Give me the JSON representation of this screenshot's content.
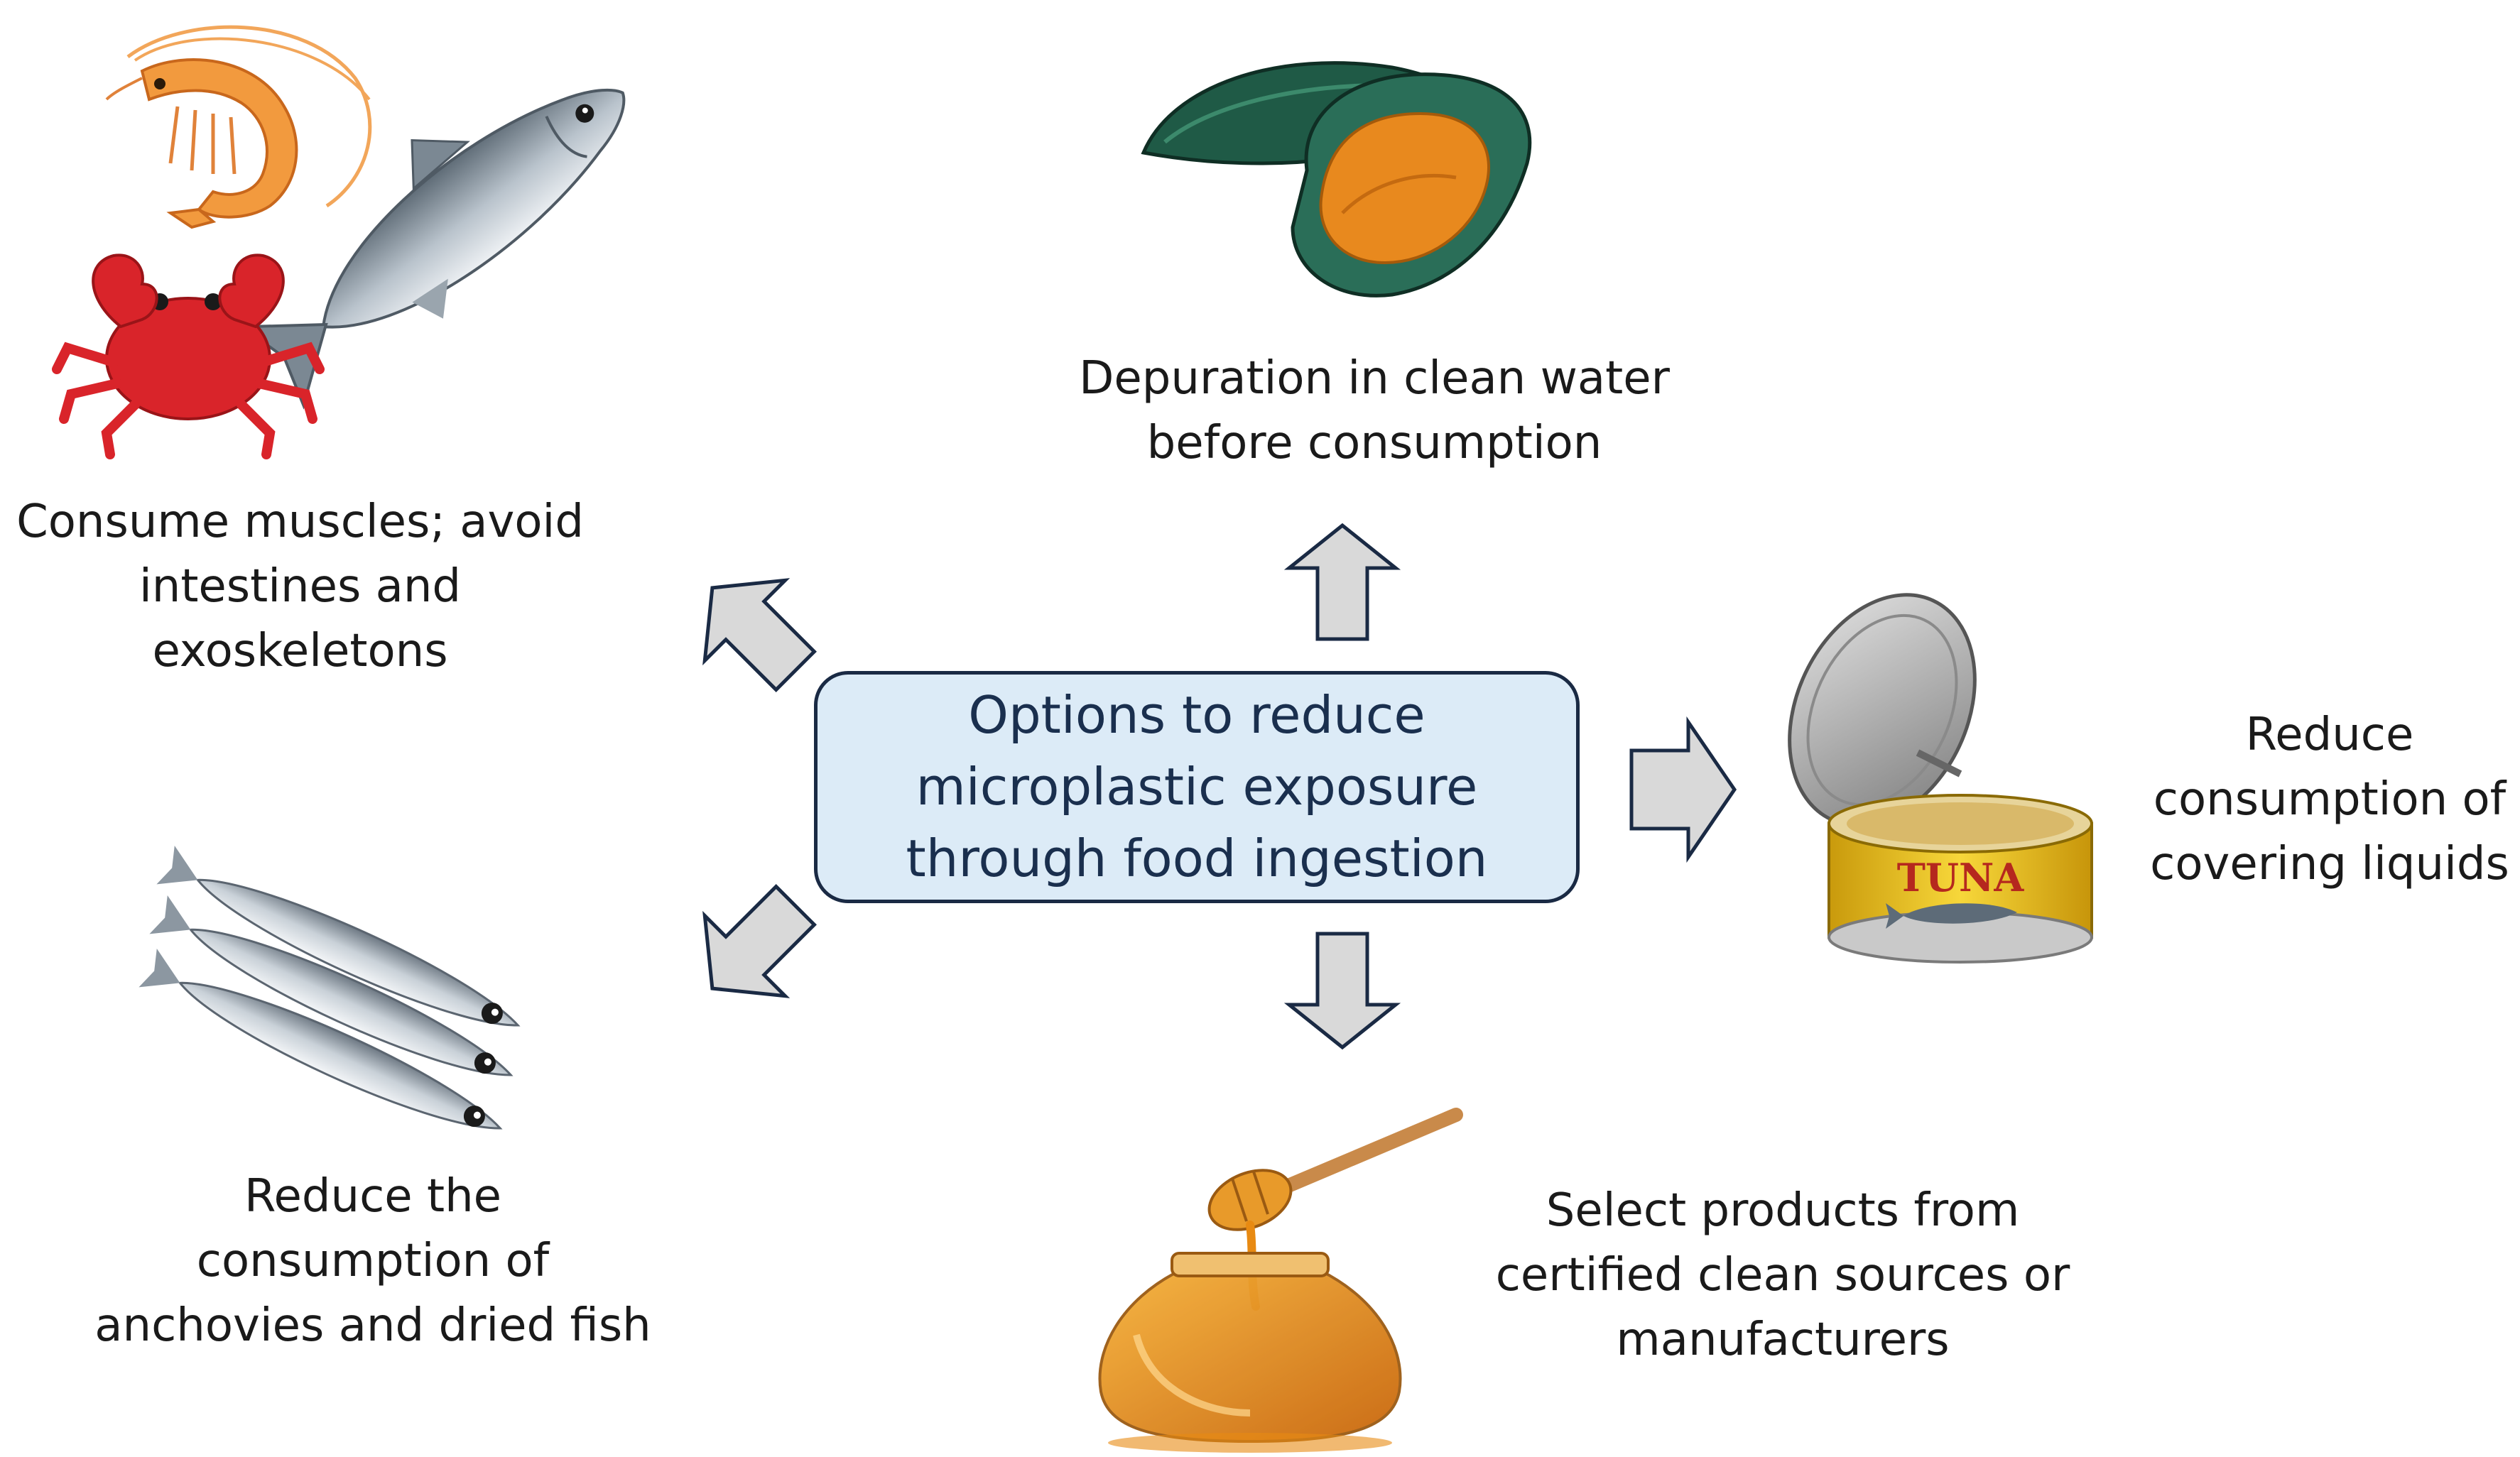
{
  "center": {
    "lines": [
      "Options to reduce",
      "microplastic exposure",
      "through food ingestion"
    ]
  },
  "options": [
    {
      "id": "muscles",
      "lines": [
        "Consume muscles; avoid",
        "intestines and",
        "exoskeletons"
      ],
      "icons": [
        "shrimp-icon",
        "fish-icon",
        "crab-icon"
      ]
    },
    {
      "id": "depuration",
      "lines": [
        "Depuration in clean water",
        "before consumption"
      ],
      "icons": [
        "mussel-icon"
      ]
    },
    {
      "id": "liquids",
      "lines": [
        "Reduce",
        "consumption of",
        "covering liquids"
      ],
      "icons": [
        "tuna-can-icon"
      ]
    },
    {
      "id": "certified",
      "lines": [
        "Select products from",
        "certified clean sources or",
        "manufacturers"
      ],
      "icons": [
        "honey-jar-icon"
      ]
    },
    {
      "id": "anchovies",
      "lines": [
        "Reduce the",
        "consumption of",
        "anchovies and dried fish"
      ],
      "icons": [
        "anchovies-icon"
      ]
    }
  ],
  "can_label": "TUNA",
  "colors": {
    "center_fill": "#dcebf7",
    "center_border": "#1a2a44",
    "arrow_fill": "#d9d9d9",
    "arrow_stroke": "#1a2a44",
    "shrimp": "#f29a3e",
    "crab": "#d9242a",
    "fish": "#8c98a3",
    "mussel_shell": "#1f5a46",
    "mussel_meat": "#e8891e",
    "can_gold": "#f2c21b",
    "honey": "#e88a12",
    "anchovy": "#b8c2cc"
  }
}
